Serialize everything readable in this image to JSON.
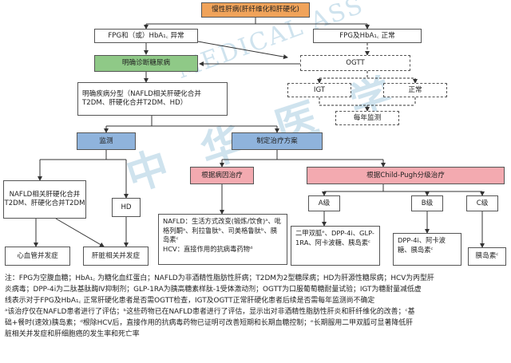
{
  "watermark": {
    "text1": "MEDICAL ASS",
    "text2": "中 华 医 学"
  },
  "nodes": {
    "chronic": "慢性肝病(肝纤维化和肝硬化)",
    "fpg_abnormal": "FPG和（或）HbA₁꜀ 异常",
    "fpg_normal": "FPG及HbA₁꜀ 正常",
    "diagnose_dm": "明确诊断糖尿病",
    "ogtt": "OGTT",
    "classify": "明确疾病分型（NAFLD相关肝硬化合并T2DM、肝硬化合并T2DM、HD）",
    "igt": "IGT",
    "normal": "正常",
    "yearly": "每年监测",
    "monitor": "监测",
    "plan": "制定治疗方案",
    "etiology": "根据病因治疗",
    "childpugh": "根据Child-Pugh分级治疗",
    "nafld_t2dm": "NAFLD相关肝硬化合并T2DM、肝硬化合并T2DM",
    "hd": "HD",
    "cv": "心血管并发症",
    "liver_comp": "肝脏相关并发症",
    "etiology_detail": "NAFLD：生活方式改变(锻炼/饮食)ᵃ、吡格列酮ᵃ、利拉鲁肽ᵇ、司美格鲁肽ᵇ、胰岛素ᶜ\nHCV：直接作用的抗病毒药物ᵈ",
    "grade_a": "A级",
    "grade_b": "B级",
    "grade_c": "C级",
    "a_drugs": "二甲双胍ᵉ、DPP-4i、GLP-1RA、阿卡波糖、胰岛素ᶜ",
    "b_drugs": "DPP-4i、阿卡波糖、胰岛素ᶜ",
    "c_drugs": "胰岛素ᶜ"
  },
  "notes": [
    "注：FPG为空腹血糖；HbA₁꜀ 为糖化血红蛋白；NAFLD为非酒精性脂肪性肝病；T2DM为2型糖尿病；HD为肝源性糖尿病；HCV为丙型肝",
    "炎病毒；DPP-4i为二肽基肽酶Ⅳ抑制剂；GLP-1RA为胰高糖素样肽-1受体激动剂；OGTT为口服葡萄糖耐量试验；IGT为糖耐量减低虚",
    "线表示对于FPG及HbA₁꜀ 正常肝硬化患者是否需OGTT检查，IGT及OGTT正常肝硬化患者后续是否需每年监测尚不确定",
    "ᵃ该治疗仅在NAFLD患者进行了评估；ᵇ这些药物已在NAFLD患者进行了评估，显示出对非酒精性脂肪性肝炎和肝纤维化的改善；ᶜ基",
    "础+餐时(速效)胰岛素；ᵈ根除HCV后，直接作用的抗病毒药物已证明可改善短期和长期血糖控制；ᵉ长期服用二甲双胍可显著降低肝",
    "脏相关并发症和肝细胞癌的发生率和死亡率"
  ]
}
